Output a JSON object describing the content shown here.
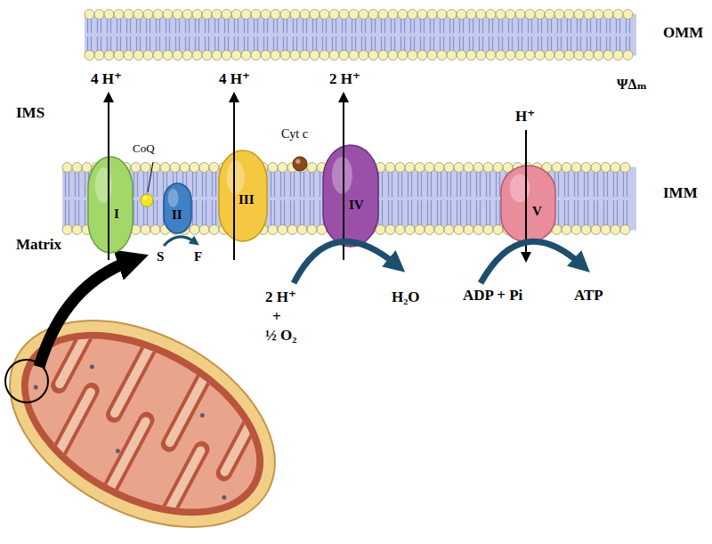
{
  "diagram": {
    "nodes": [
      {
        "text": [
          "OMM"
        ]
      },
      {
        "text": [
          "IMM"
        ]
      },
      {
        "text": [
          "I"
        ],
        "in": 1
      },
      {
        "text": [
          "CoQ"
        ],
        "in": 1
      },
      {
        "text": [
          "II"
        ],
        "in": 1
      },
      {
        "text": [
          "III"
        ],
        "in": 1
      },
      {
        "text": [
          "Cyt c"
        ],
        "in": 1
      },
      {
        "text": [
          "IV"
        ],
        "in": 1
      },
      {
        "text": [
          "V"
        ],
        "in": 1
      }
    ],
    "labels": [
      "ΨΔₘ",
      "IMS",
      "4 H⁺",
      "4 H⁺",
      "2 H⁺",
      "H⁺",
      "Matrix",
      "S",
      "F",
      "2 H⁺",
      "+",
      "½ O₂",
      "H₂O",
      "ADP + Pi",
      "ATP"
    ]
  }
}
